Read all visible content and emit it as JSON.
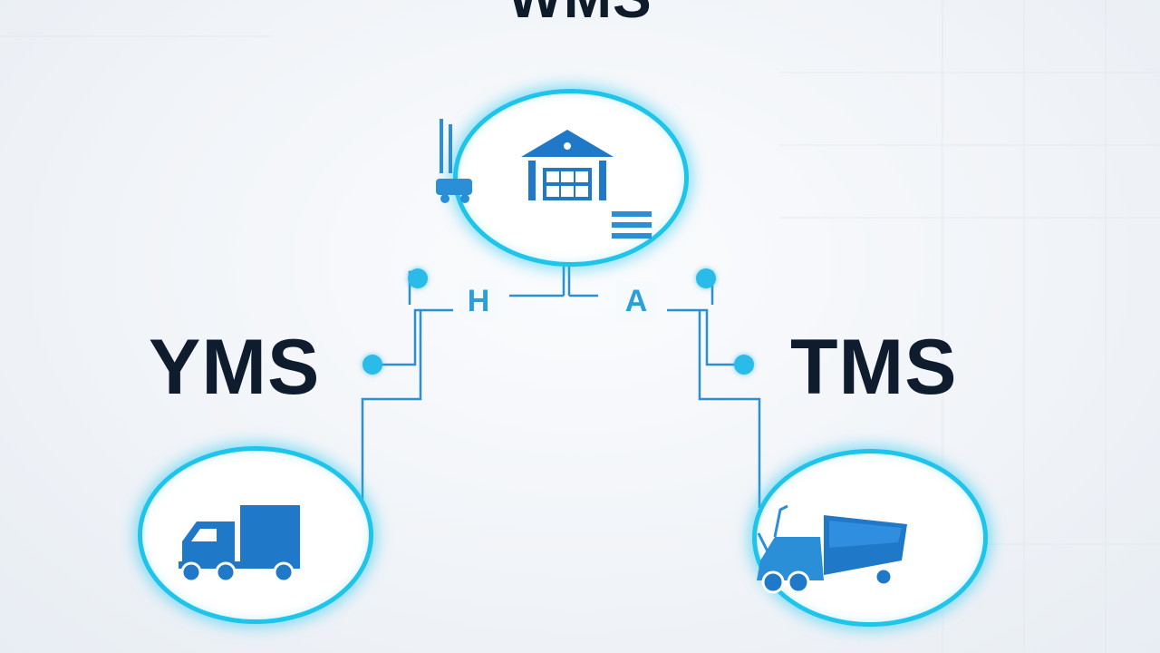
{
  "diagram": {
    "top_title": "WMS",
    "left_label": "YMS",
    "right_label": "TMS",
    "badge_left": "H",
    "badge_right": "A"
  },
  "colors": {
    "accent": "#1ec4ea",
    "icon_blue": "#1f78c8",
    "text": "#0f1c2e"
  },
  "icons": [
    "warehouse-icon",
    "truck-icon",
    "dump-truck-icon"
  ]
}
